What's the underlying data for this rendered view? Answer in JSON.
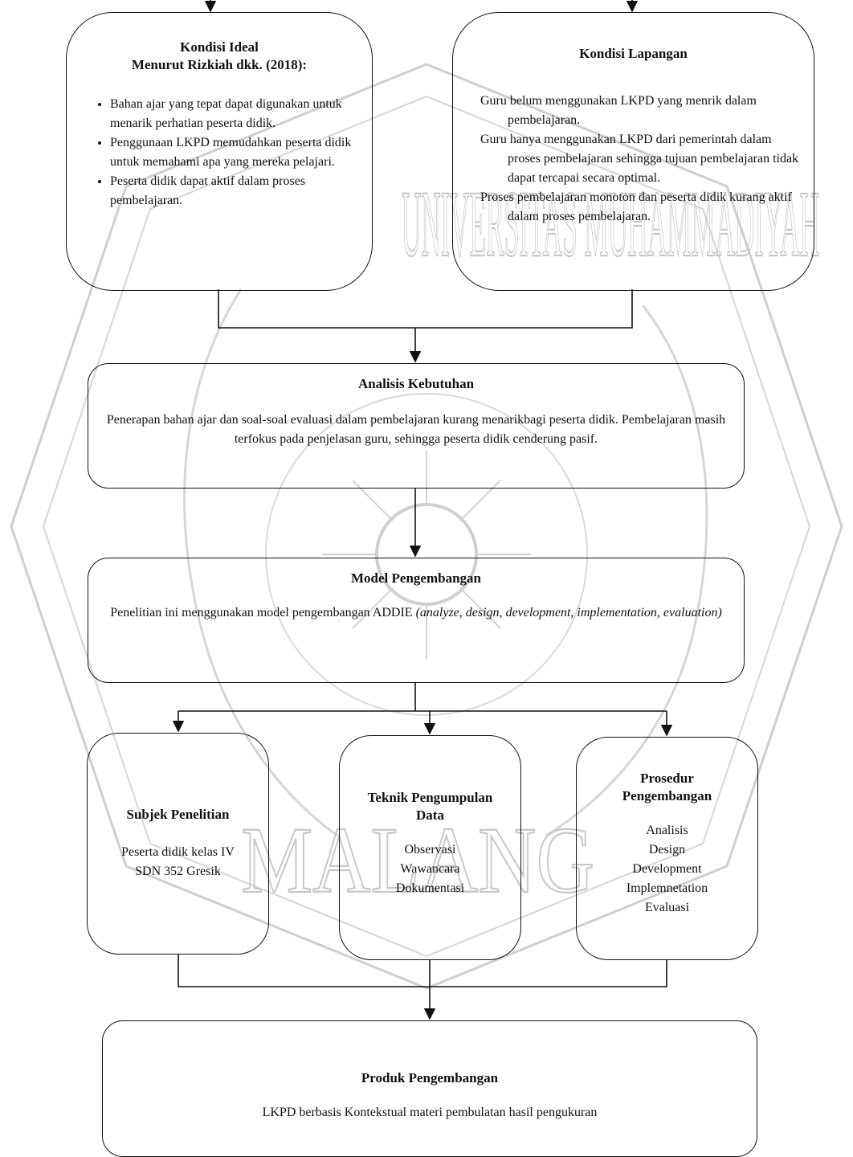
{
  "watermark": {
    "text": "UNIVERSITAS MUHAMMADIYAH MALANG",
    "arc_top": "UNIVERSITAS MUHAMMADIYAH",
    "arc_bottom": "MALANG",
    "color": "#c8c8c8"
  },
  "colors": {
    "line": "#111111",
    "background": "#ffffff"
  },
  "ideal": {
    "title_line1": "Kondisi Ideal",
    "title_line2": "Menurut Rizkiah dkk. (2018):",
    "bullets": [
      "Bahan ajar yang tepat dapat digunakan untuk menarik perhatian peserta didik.",
      "Penggunaan LKPD memudahkan peserta didik untuk memahami apa yang mereka pelajari.",
      "Peserta didik dapat aktif dalam proses pembelajaran."
    ]
  },
  "lapangan": {
    "title": "Kondisi Lapangan",
    "items": [
      "Guru belum menggunakan LKPD yang menrik dalam pembelajaran.",
      "Guru hanya menggunakan LKPD dari pemerintah dalam proses pembelajaran sehingga tujuan pembelajaran tidak dapat tercapai secara optimal.",
      "Proses pembelajaran monoton dan peserta didik kurang aktif dalam proses pembelajaran."
    ]
  },
  "analisis": {
    "title": "Analisis Kebutuhan",
    "text": "Penerapan bahan ajar dan soal-soal evaluasi dalam pembelajaran kurang menarikbagi peserta didik. Pembelajaran masih terfokus pada penjelasan guru, sehingga peserta didik cenderung pasif."
  },
  "model": {
    "title": "Model Pengembangan",
    "text_normal": "Penelitian ini menggunakan model pengembangan ADDIE ",
    "text_italic": "(analyze, design, development, implementation, evaluation)"
  },
  "subjek": {
    "title": "Subjek Penelitian",
    "lines": [
      "Peserta didik kelas IV",
      "SDN 352 Gresik"
    ]
  },
  "teknik": {
    "title_line1": "Teknik Pengumpulan",
    "title_line2": "Data",
    "lines": [
      "Observasi",
      "Wawancara",
      "Dokumentasi"
    ]
  },
  "prosedur": {
    "title_line1": "Prosedur",
    "title_line2": "Pengembangan",
    "lines": [
      "Analisis",
      "Design",
      "Development",
      "Implemnetation",
      "Evaluasi"
    ]
  },
  "produk": {
    "title": "Produk Pengembangan",
    "text": "LKPD berbasis Kontekstual materi pembulatan hasil pengukuran"
  }
}
